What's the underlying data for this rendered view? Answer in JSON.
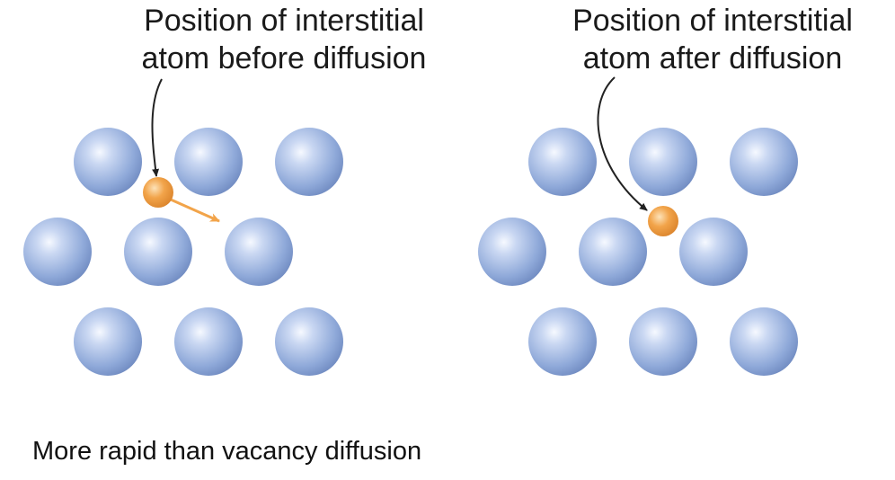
{
  "panels": {
    "before": {
      "label_line1": "Position of interstitial",
      "label_line2": "atom before diffusion"
    },
    "after": {
      "label_line1": "Position of interstitial",
      "label_line2": "atom after diffusion"
    }
  },
  "caption": "More rapid than vacancy diffusion",
  "colors": {
    "host_atom": "#8fa9d9",
    "interstitial_atom": "#f2a44a",
    "arrow_motion": "#f2a44a",
    "leader_line": "#222222"
  },
  "atom_legend": {
    "host": "host-lattice-atom",
    "interstitial": "interstitial-atom"
  }
}
